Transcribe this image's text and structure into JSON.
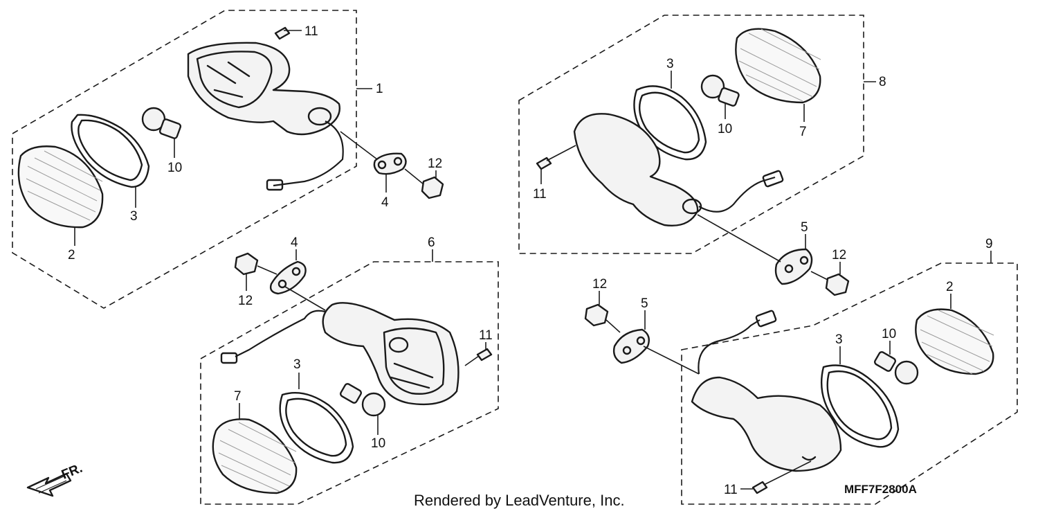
{
  "diagram": {
    "callouts": {
      "c1": "1",
      "c2_left": "2",
      "c3_left": "3",
      "c4_top": "4",
      "c10_left": "10",
      "c11_top": "11",
      "c12_top": "12",
      "c6": "6",
      "c4_mid": "4",
      "c12_mid": "12",
      "c11_mid": "11",
      "c7_bottom": "7",
      "c3_bottom": "3",
      "c10_bottom": "10",
      "c8": "8",
      "c3_right": "3",
      "c10_right": "10",
      "c7_right": "7",
      "c11_right": "11",
      "c5_top": "5",
      "c12_right": "12",
      "c9": "9",
      "c2_right": "2",
      "c12_lower": "12",
      "c5_lower": "5",
      "c3_lower": "3",
      "c10_lower": "10",
      "c11_lower": "11"
    },
    "direction_label": "FR.",
    "diagram_code": "MFF7F2800A",
    "credit": "Rendered by LeadVenture, Inc."
  }
}
